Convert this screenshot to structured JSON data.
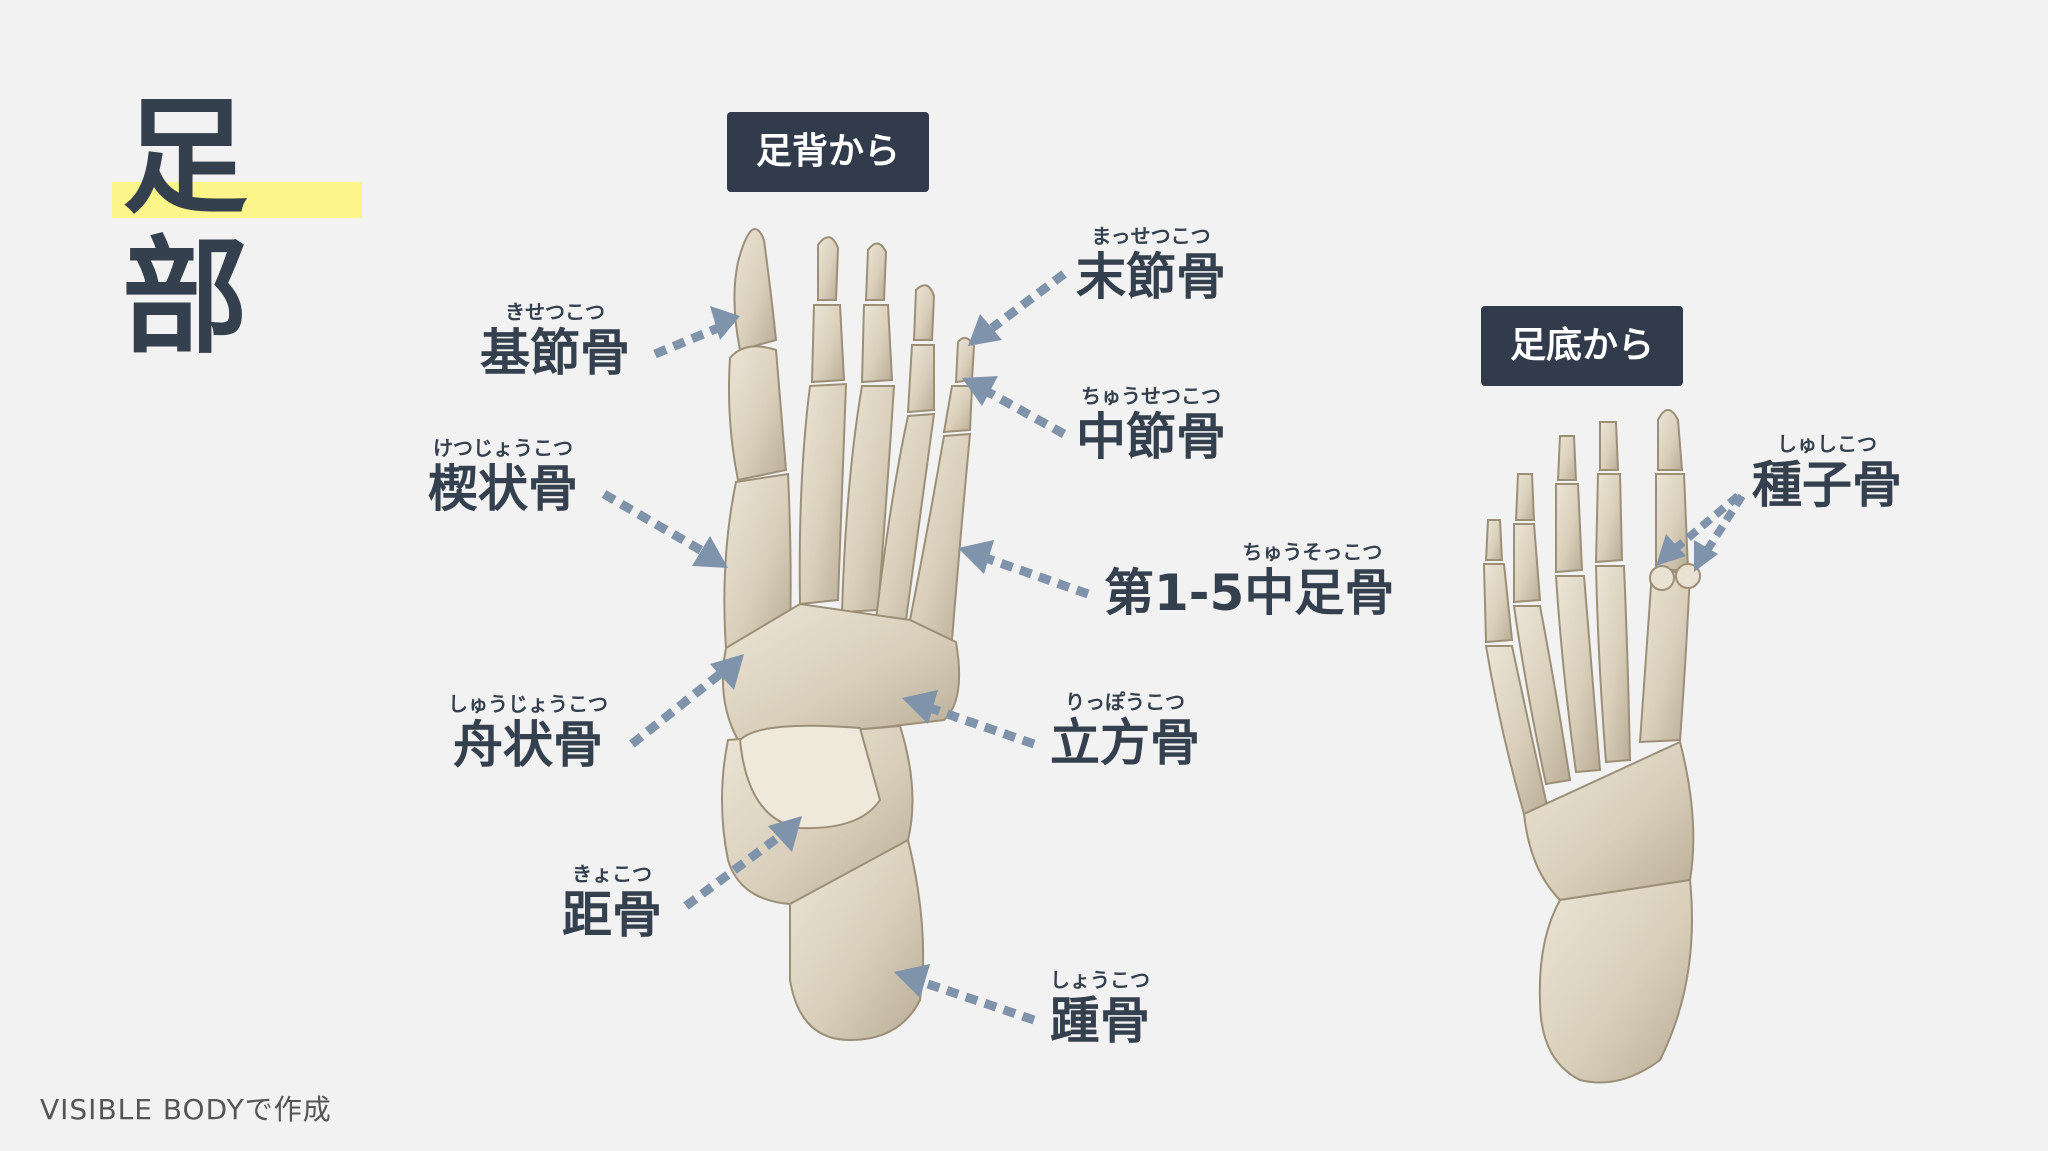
{
  "title": "足部",
  "views": {
    "dorsal": "足背から",
    "plantar": "足底から"
  },
  "labels": {
    "distal_phalanx": {
      "ruby": "まっせつこつ",
      "name": "末節骨"
    },
    "proximal_phalanx": {
      "ruby": "きせつこつ",
      "name": "基節骨"
    },
    "middle_phalanx": {
      "ruby": "ちゅうせつこつ",
      "name": "中節骨"
    },
    "cuneiform": {
      "ruby": "けつじょうこつ",
      "name": "楔状骨"
    },
    "metatarsal": {
      "ruby": "ちゅうそっこつ",
      "name": "第1-5中足骨"
    },
    "navicular": {
      "ruby": "しゅうじょうこつ",
      "name": "舟状骨"
    },
    "cuboid": {
      "ruby": "りっぽうこつ",
      "name": "立方骨"
    },
    "talus": {
      "ruby": "きょこつ",
      "name": "距骨"
    },
    "calcaneus": {
      "ruby": "しょうこつ",
      "name": "踵骨"
    },
    "sesamoid": {
      "ruby": "しゅしこつ",
      "name": "種子骨"
    }
  },
  "footer": "VISIBLE BODYで作成",
  "colors": {
    "accent_dark": "#323b4b",
    "arrow": "#7f93ab",
    "highlight": "#fbf58a",
    "bone": "#ddd3c0"
  }
}
